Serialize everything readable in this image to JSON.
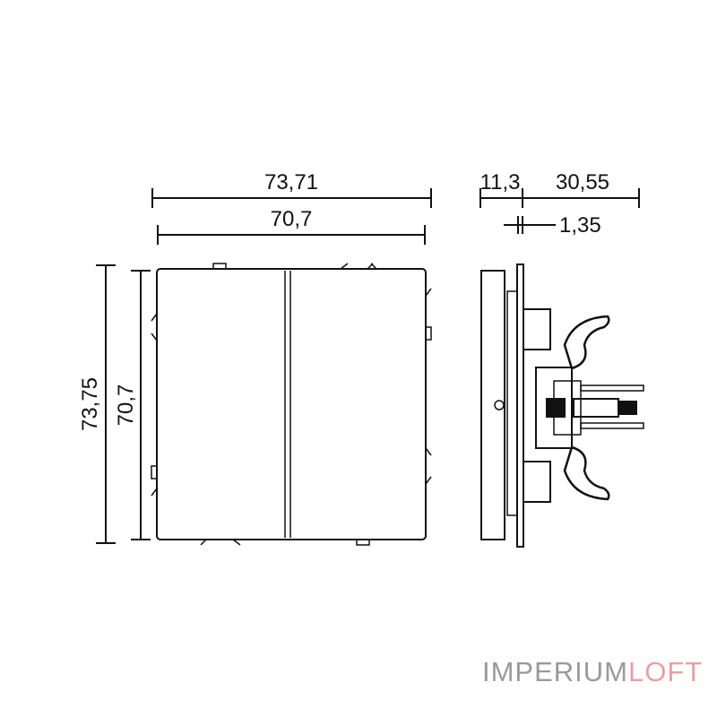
{
  "dimensions": {
    "outer_width": "73,71",
    "inner_width": "70,7",
    "outer_height": "73,75",
    "inner_height": "70,7",
    "cover_depth": "11,3",
    "mechanism_depth": "30,55",
    "plate_thickness": "1,35"
  },
  "logo": {
    "part1": "IMPERIUM",
    "part2": "LOFT",
    "colors": {
      "part1": "#9a9a9a",
      "part2": "#e8a0a0"
    }
  }
}
